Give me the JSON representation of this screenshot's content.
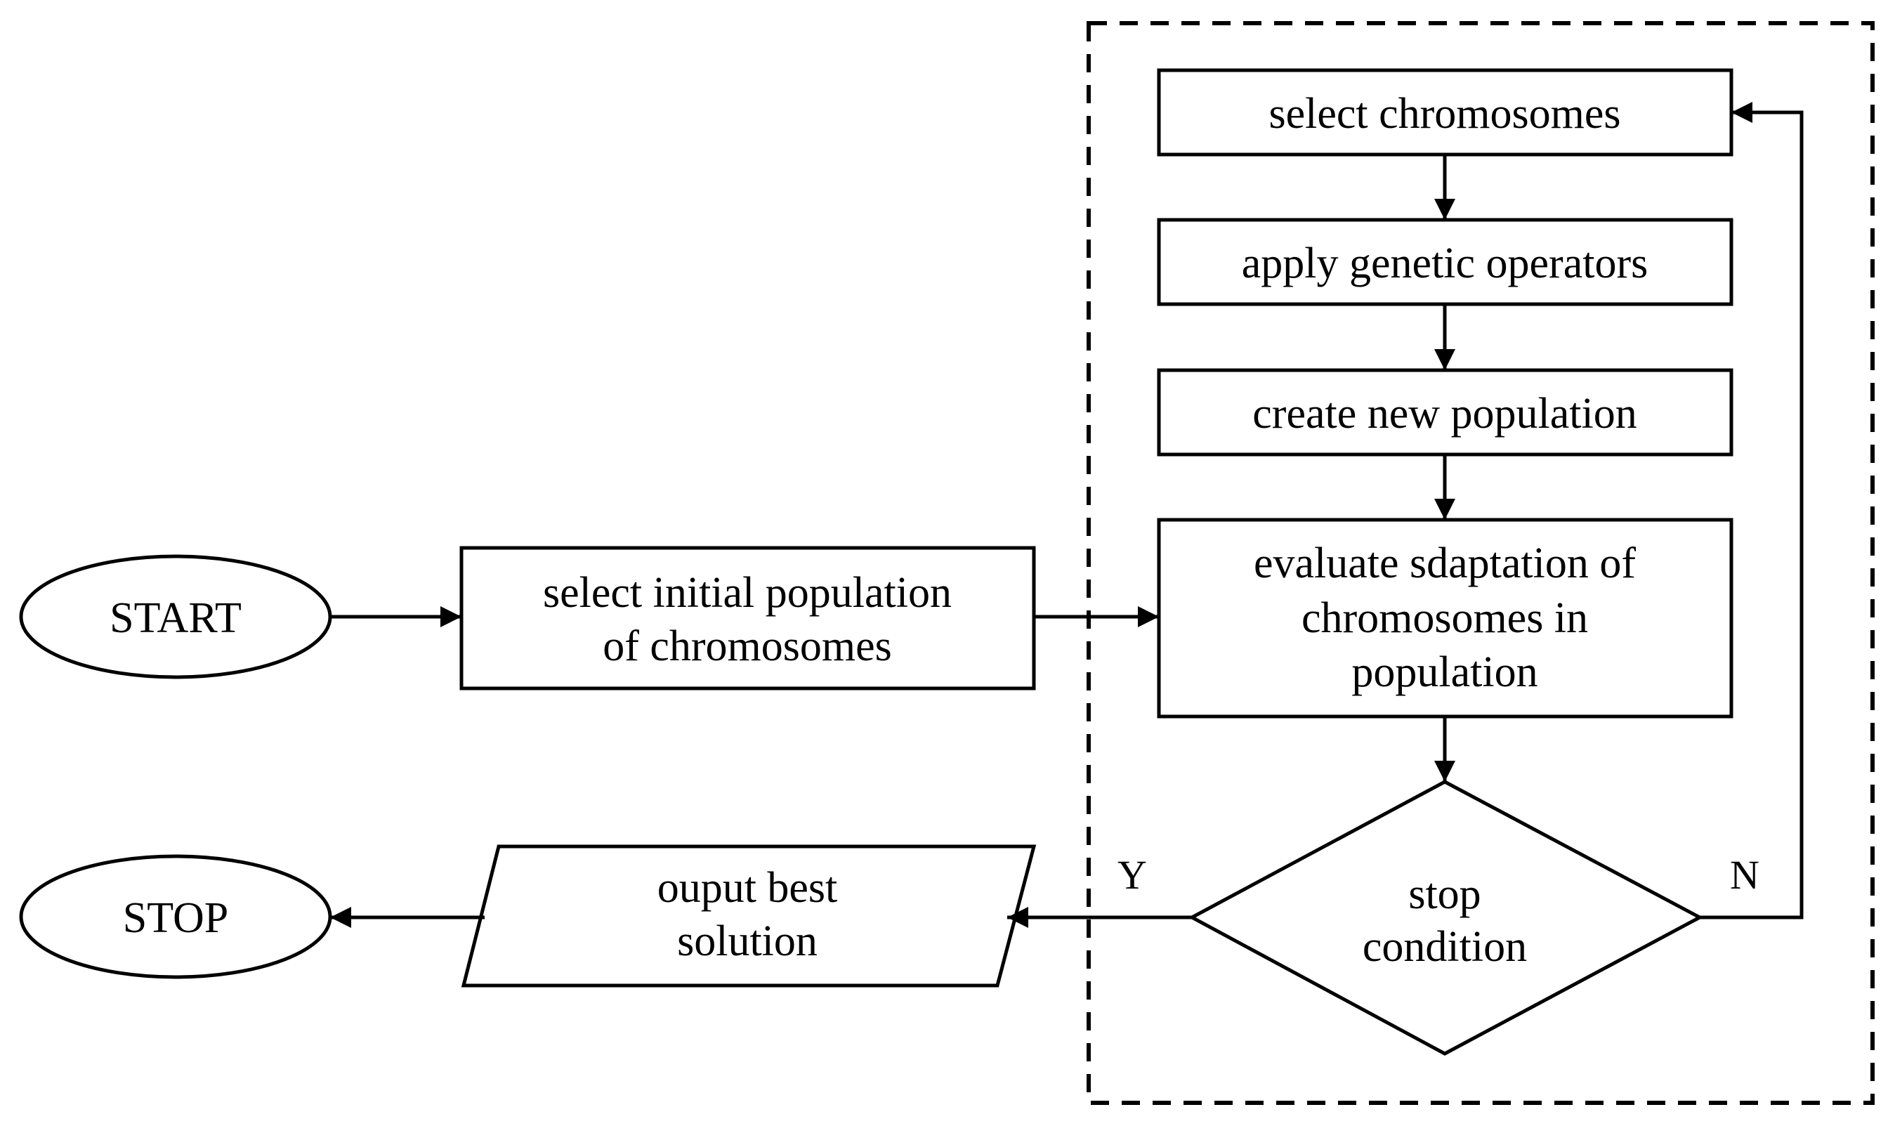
{
  "nodes": {
    "start": {
      "label": "START"
    },
    "stop": {
      "label": "STOP"
    },
    "select_initial": {
      "lines": [
        "select initial population",
        "of chromosomes"
      ]
    },
    "select_chromosomes": {
      "label": "select chromosomes"
    },
    "apply_operators": {
      "label": "apply genetic operators"
    },
    "create_population": {
      "label": "create new population"
    },
    "evaluate": {
      "lines": [
        "evaluate sdaptation of",
        "chromosomes in",
        "population"
      ]
    },
    "stop_condition": {
      "lines": [
        "stop",
        "condition"
      ]
    },
    "output_best": {
      "lines": [
        "ouput best",
        "solution"
      ]
    }
  },
  "edge_labels": {
    "yes": "Y",
    "no": "N"
  }
}
